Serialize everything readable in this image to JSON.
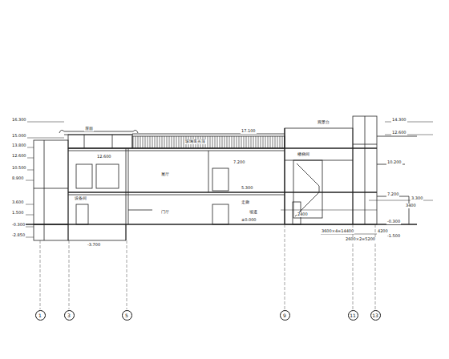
{
  "diagram": {
    "nodes": [
      {
        "text": [
          "1"
        ]
      },
      {
        "text": [
          "3"
        ]
      },
      {
        "text": [
          "5"
        ]
      },
      {
        "text": [
          "9"
        ]
      },
      {
        "text": [
          "11"
        ]
      },
      {
        "text": [
          "13"
        ]
      }
    ],
    "labels": [
      "16.300",
      "15.000",
      "13.800",
      "12.600",
      "10.500",
      "8.900",
      "3.600",
      "1.500",
      "-0.300",
      "-2.850",
      "17.100",
      "玻璃采光顶",
      "屋面",
      "12.600",
      "7.200",
      "5.300",
      "±0.000",
      "-3.700",
      "展厅",
      "门厅",
      "设备间",
      "走廊",
      "楼梯间",
      "14.300",
      "12.600",
      "10.200",
      "7.200",
      "3.300",
      "-0.300",
      "-1.500",
      "2400",
      "3600×4=14400",
      "4200",
      "3400",
      "2600×2=5200",
      "坡道",
      "观景台"
    ]
  }
}
